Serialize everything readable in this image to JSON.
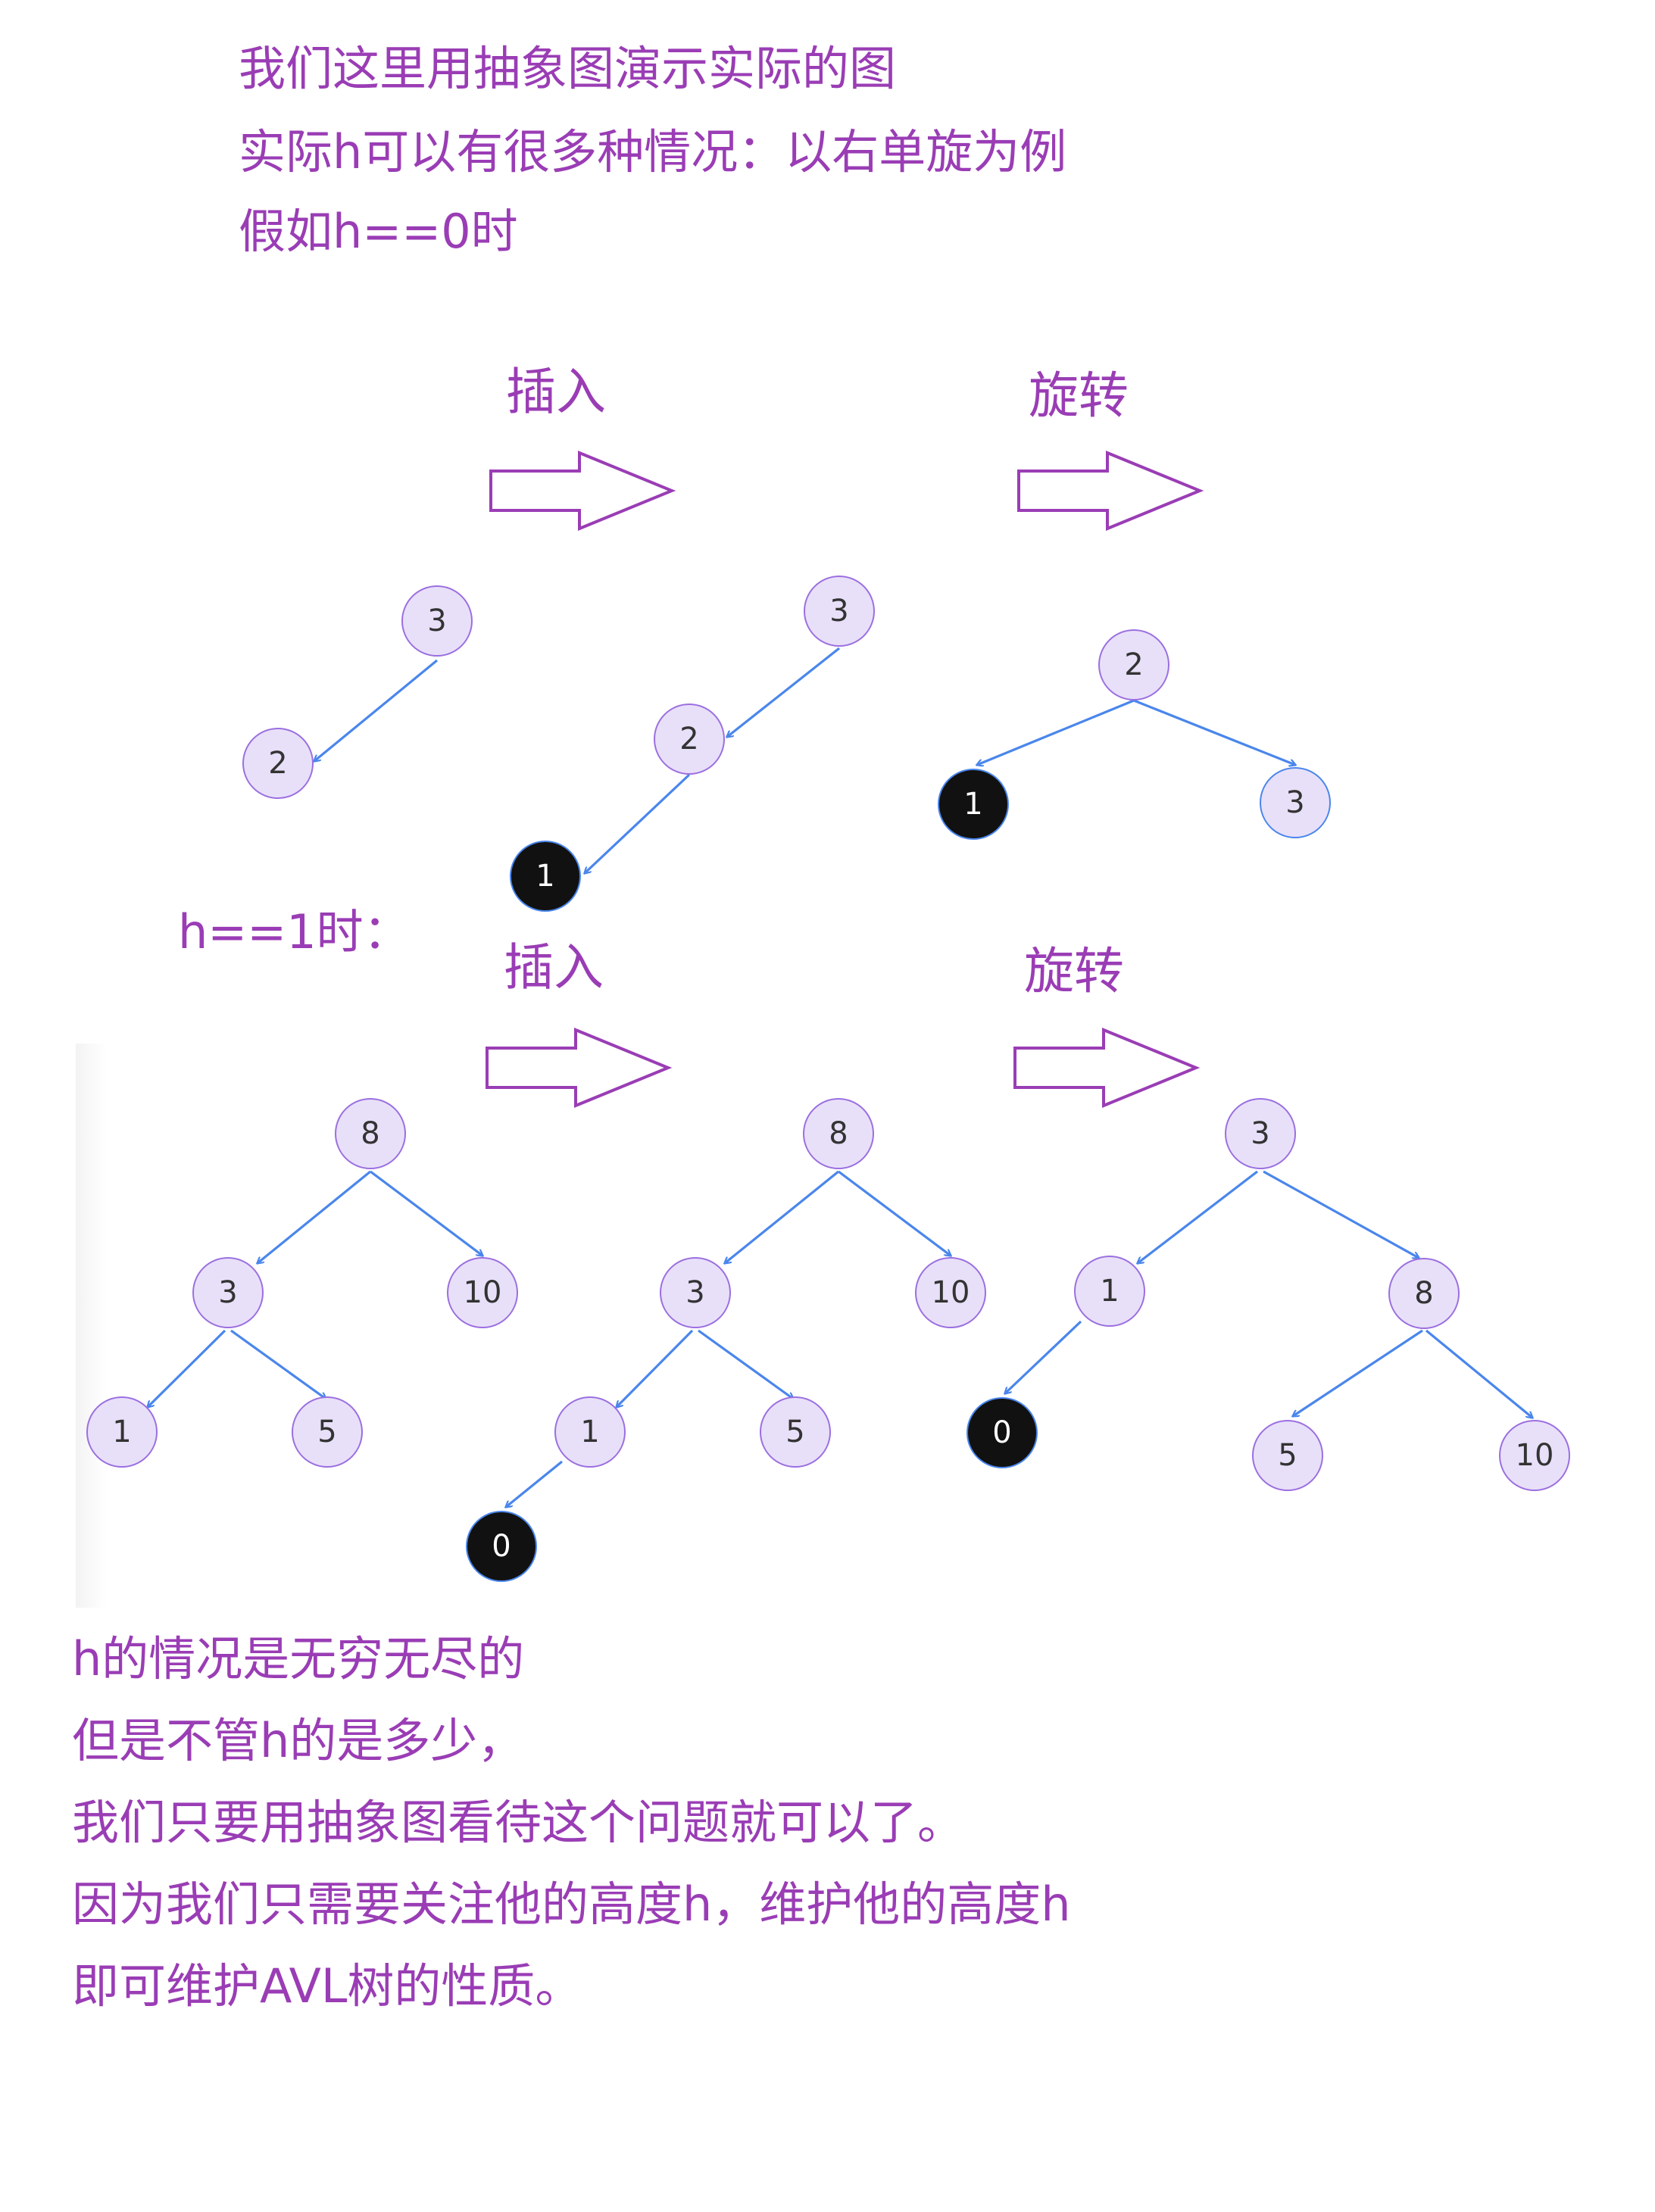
{
  "intro": {
    "line1": "我们这里用抽象图演示实际的图",
    "line2": "实际h可以有很多种情况：以右单旋为例",
    "line3": "假如h==0时"
  },
  "section_h0": {
    "insert_label": "插入",
    "rotate_label": "旋转",
    "before": {
      "root": "3",
      "left": "2"
    },
    "after_insert": {
      "root": "3",
      "left": "2",
      "left_left": "1"
    },
    "after_rotate": {
      "root": "2",
      "left": "1",
      "right": "3"
    }
  },
  "section_h1": {
    "heading": "h==1时：",
    "insert_label": "插入",
    "rotate_label": "旋转",
    "before": {
      "root": "8",
      "left": "3",
      "right": "10",
      "left_left": "1",
      "left_right": "5"
    },
    "after_insert": {
      "root": "8",
      "left": "3",
      "right": "10",
      "left_left": "1",
      "left_right": "5",
      "inserted": "0"
    },
    "after_rotate": {
      "root": "3",
      "left": "1",
      "right": "8",
      "left_left": "0",
      "right_left": "5",
      "right_right": "10"
    }
  },
  "conclusion": {
    "line1": "h的情况是无穷无尽的",
    "line2": "但是不管h的是多少，",
    "line3": "我们只要用抽象图看待这个问题就可以了。",
    "line4": "因为我们只需要关注他的高度h，维护他的高度h",
    "line5": "即可维护AVL树的性质。"
  },
  "colors": {
    "text": "#9a3db5",
    "node_fill": "#e8e0f9",
    "node_stroke": "#9b6fe0",
    "inserted_fill": "#111111",
    "edge": "#4a86ec",
    "arrow_stroke": "#9a3db5"
  }
}
